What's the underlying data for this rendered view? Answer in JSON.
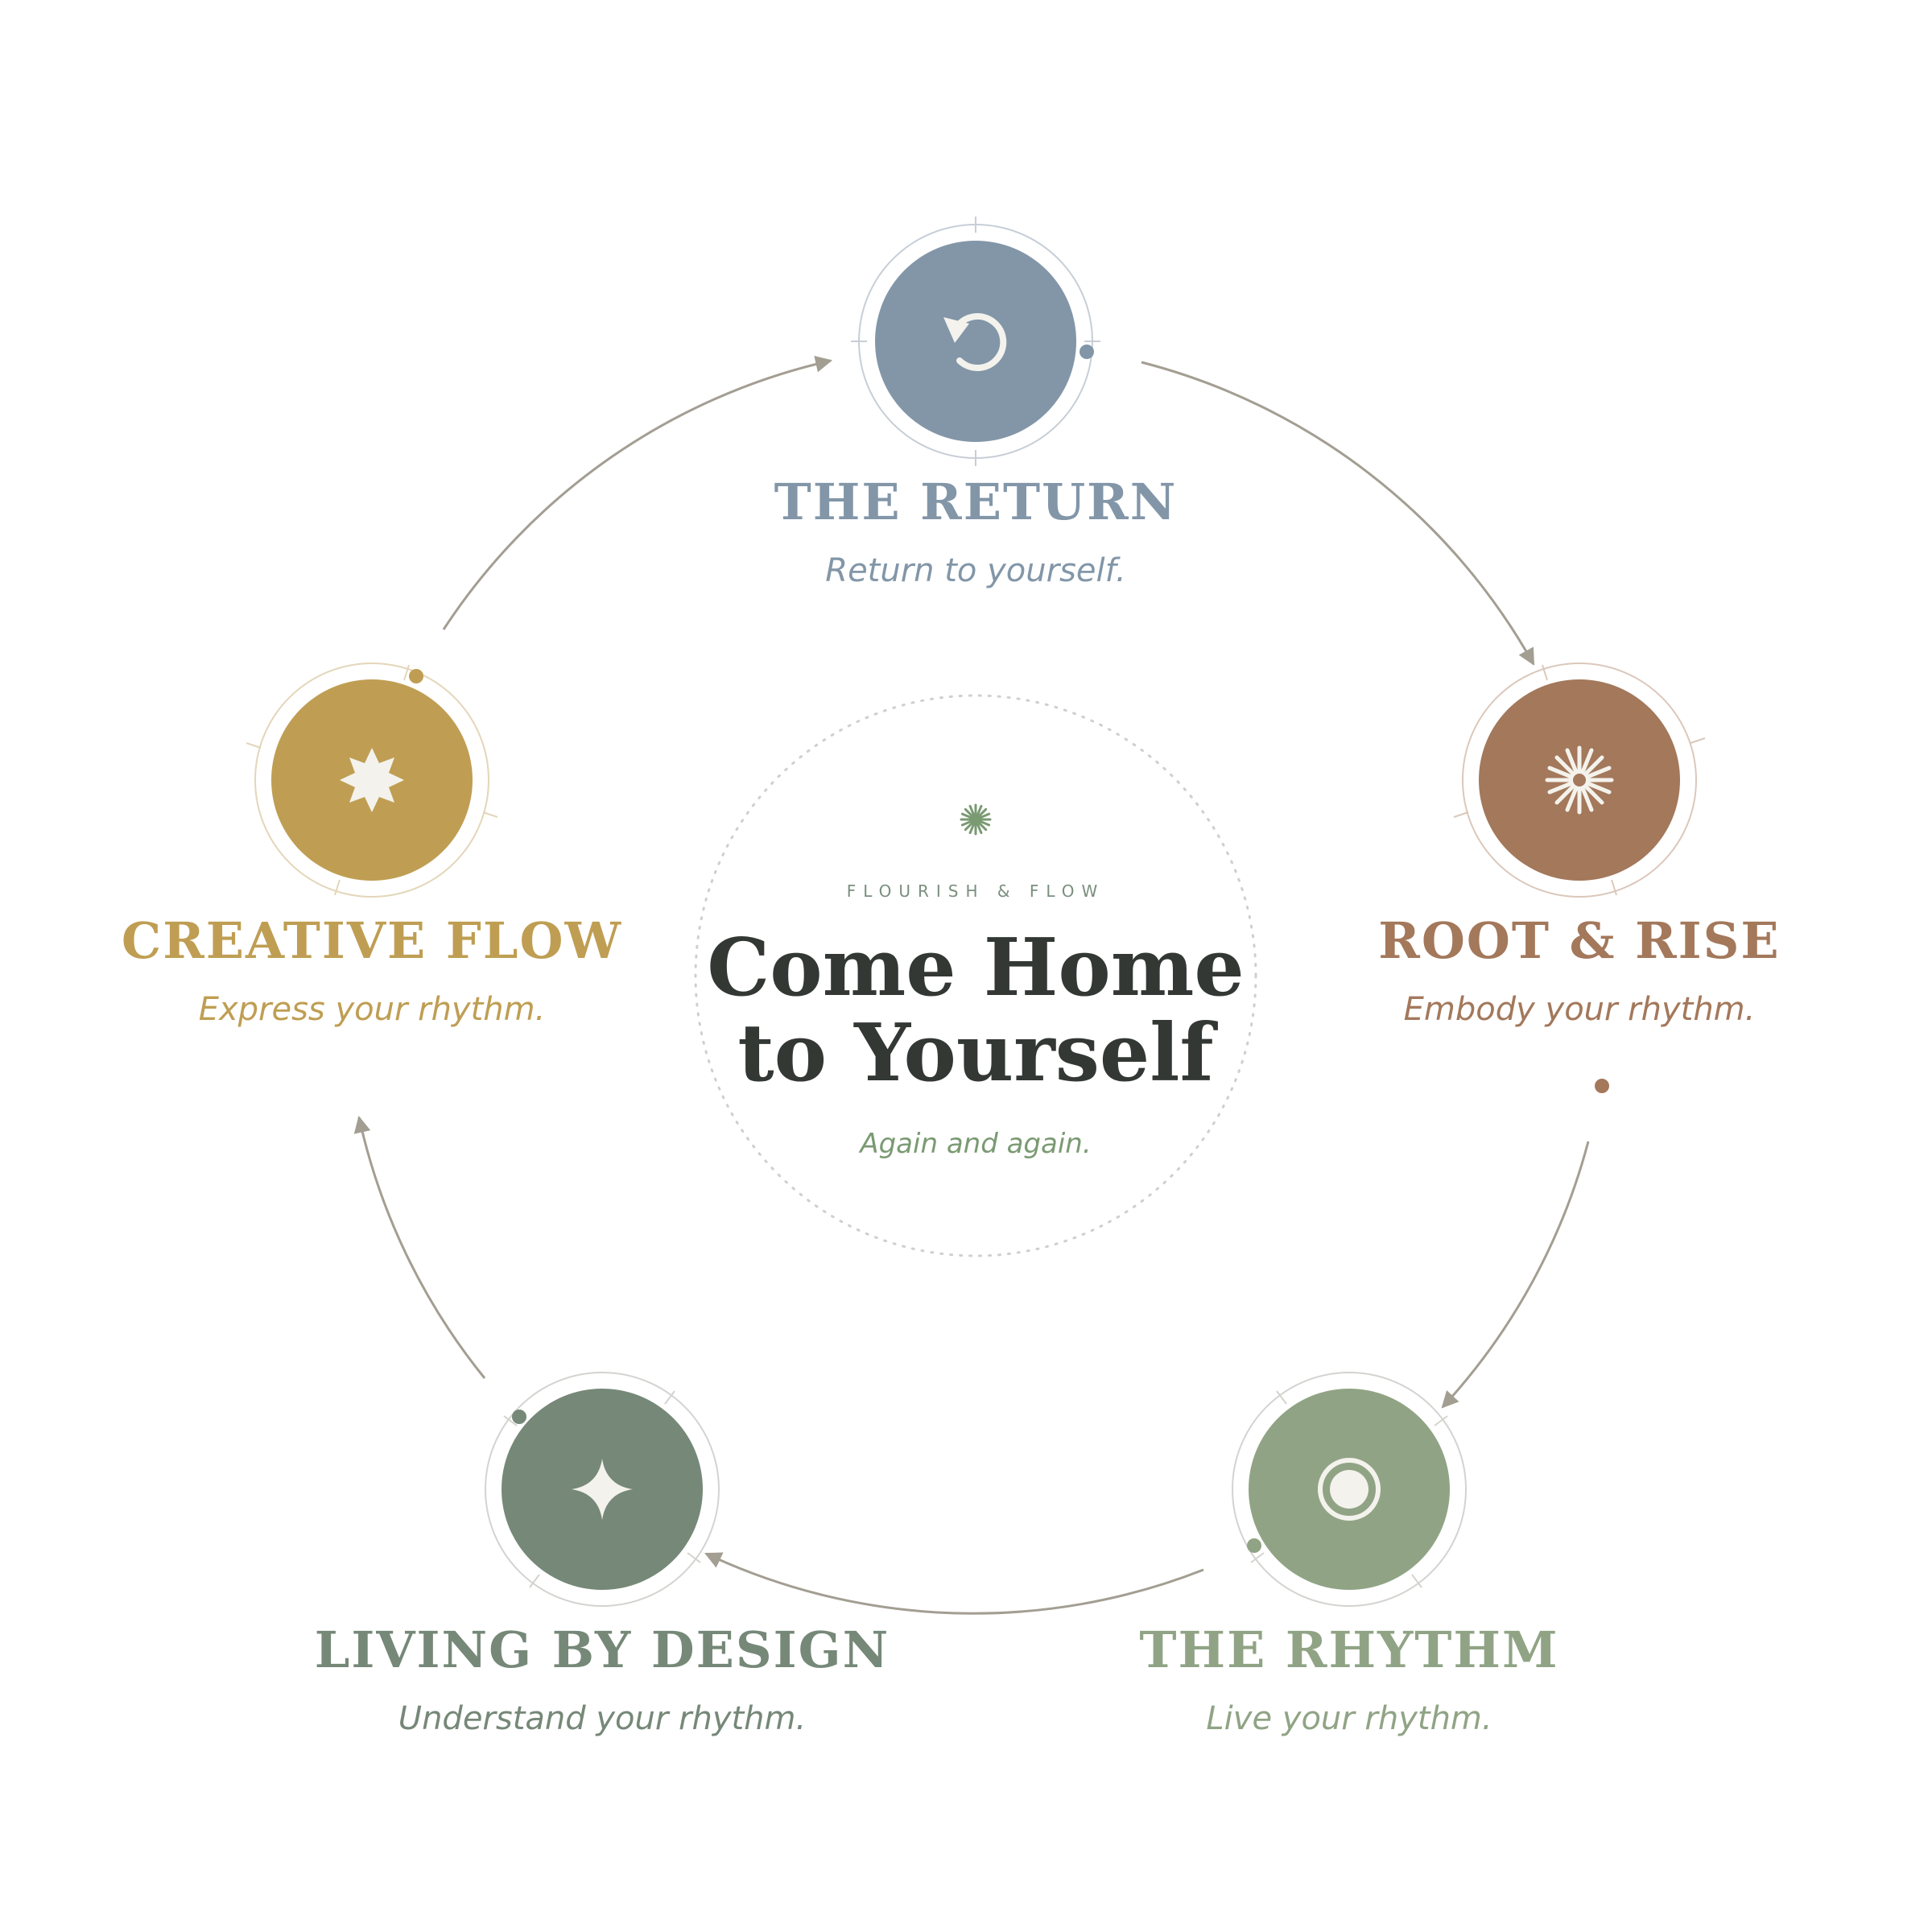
{
  "center": {
    "eyebrow": "FLOURISH & FLOW",
    "title_line1": "Come Home",
    "title_line2": "to Yourself",
    "subtitle": "Again and again.",
    "icon": "starburst-icon",
    "color_eyebrow": "#7a8f7e",
    "color_title": "#333835",
    "color_subtitle": "#7a9a72",
    "color_icon": "#7a9a72"
  },
  "cycle_direction": "clockwise",
  "stages": [
    {
      "id": "the-return",
      "title": "THE RETURN",
      "subtitle": "Return to yourself.",
      "icon": "refresh-icon",
      "color": "#8296a8",
      "position": "top"
    },
    {
      "id": "root-and-rise",
      "title": "ROOT & RISE",
      "subtitle": "Embody your rhythm.",
      "icon": "sunburst-icon",
      "color": "#a3785b",
      "position": "right"
    },
    {
      "id": "the-rhythm",
      "title": "THE RHYTHM",
      "subtitle": "Live your rhythm.",
      "icon": "ring-icon",
      "color": "#90a485",
      "position": "bottom-right"
    },
    {
      "id": "living-by-design",
      "title": "LIVING BY DESIGN",
      "subtitle": "Understand your rhythm.",
      "icon": "sparkle-icon",
      "color": "#768878",
      "position": "bottom-left"
    },
    {
      "id": "creative-flow",
      "title": "CREATIVE FLOW",
      "subtitle": "Express your rhythm.",
      "icon": "star-icon",
      "color": "#bf9e53",
      "position": "left"
    }
  ],
  "arrow_color": "#a39e92",
  "icon_color": "#f4f2ec"
}
